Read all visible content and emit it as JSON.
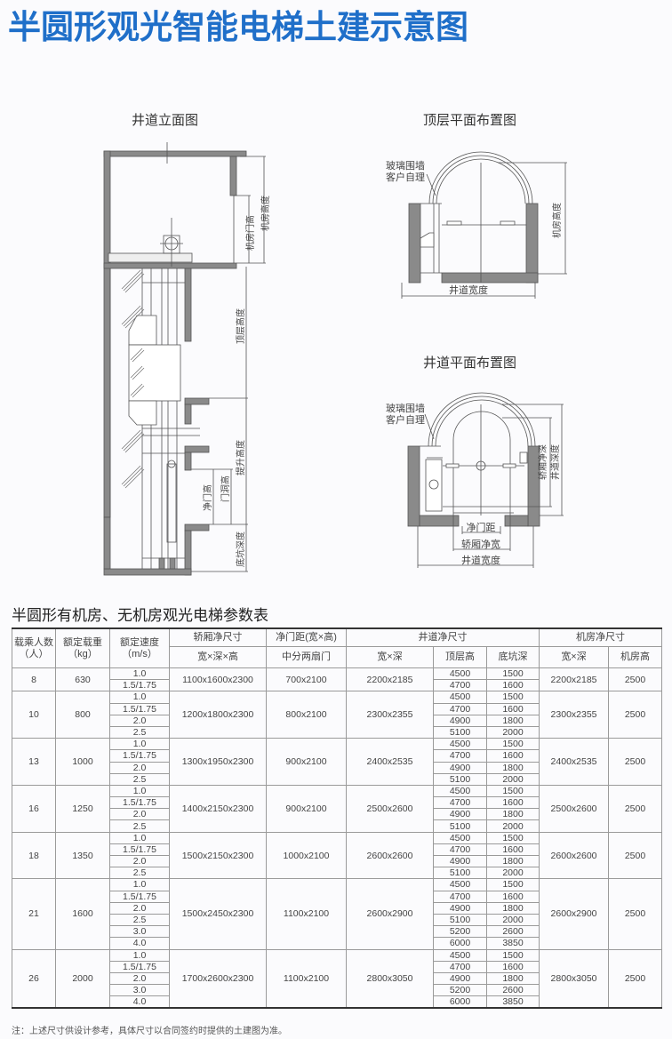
{
  "page": {
    "title": "半圆形观光智能电梯土建示意图",
    "accent_color": "#1f6fc9"
  },
  "diagrams": {
    "elevation": {
      "title": "井道立面图",
      "labels": {
        "machine_room_door_height": "机房门高",
        "machine_room_height": "机房高度",
        "top_floor_height": "顶层高度",
        "travel_height": "提升高度",
        "clear_door_height": "净门高",
        "door_opening_height": "门洞高",
        "pit_depth": "底坑深度"
      }
    },
    "top_floor_plan": {
      "title": "顶层平面布置图",
      "labels": {
        "glass_wall_line1": "玻璃围墙",
        "glass_wall_line2": "客户自理",
        "machine_room_height": "机房高度",
        "shaft_width": "井道宽度"
      }
    },
    "shaft_plan": {
      "title": "井道平面布置图",
      "labels": {
        "glass_wall_line1": "玻璃围墙",
        "glass_wall_line2": "客户自理",
        "car_clear_depth": "轿厢净深",
        "shaft_depth": "井道深度",
        "clear_door_width": "净门距",
        "car_clear_width": "轿厢净宽",
        "shaft_width": "井道宽度"
      }
    }
  },
  "table": {
    "title": "半圆形有机房、无机房观光电梯参数表",
    "headers": {
      "passengers": "载乘人数",
      "passengers_unit": "（人）",
      "load": "额定载重",
      "load_unit": "（kg）",
      "speed": "额定速度",
      "speed_unit": "（m/s）",
      "car_size": "轿厢净尺寸",
      "car_size_sub": "宽×深×高",
      "door": "净门距(宽×高)",
      "door_sub": "中分两扇门",
      "shaft": "井道净尺寸",
      "shaft_wd": "宽×深",
      "shaft_top": "顶层高",
      "shaft_pit": "底坑深",
      "machine_room": "机房净尺寸",
      "mr_wd": "宽×深",
      "mr_height": "机房高"
    },
    "groups": [
      {
        "passengers": "8",
        "load": "630",
        "car": "1100x1600x2300",
        "door": "700x2100",
        "shaft": "2200x2185",
        "mr": "2200x2185",
        "mr_height": "2500",
        "rows": [
          {
            "speed": "1.0",
            "top": "4500",
            "pit": "1500"
          },
          {
            "speed": "1.5/1.75",
            "top": "4700",
            "pit": "1600"
          }
        ]
      },
      {
        "passengers": "10",
        "load": "800",
        "car": "1200x1800x2300",
        "door": "800x2100",
        "shaft": "2300x2355",
        "mr": "2300x2355",
        "mr_height": "2500",
        "rows": [
          {
            "speed": "1.0",
            "top": "4500",
            "pit": "1500"
          },
          {
            "speed": "1.5/1.75",
            "top": "4700",
            "pit": "1600"
          },
          {
            "speed": "2.0",
            "top": "4900",
            "pit": "1800"
          },
          {
            "speed": "2.5",
            "top": "5100",
            "pit": "2000"
          }
        ]
      },
      {
        "passengers": "13",
        "load": "1000",
        "car": "1300x1950x2300",
        "door": "900x2100",
        "shaft": "2400x2535",
        "mr": "2400x2535",
        "mr_height": "2500",
        "rows": [
          {
            "speed": "1.0",
            "top": "4500",
            "pit": "1500"
          },
          {
            "speed": "1.5/1.75",
            "top": "4700",
            "pit": "1600"
          },
          {
            "speed": "2.0",
            "top": "4900",
            "pit": "1800"
          },
          {
            "speed": "2.5",
            "top": "5100",
            "pit": "2000"
          }
        ]
      },
      {
        "passengers": "16",
        "load": "1250",
        "car": "1400x2150x2300",
        "door": "900x2100",
        "shaft": "2500x2600",
        "mr": "2500x2600",
        "mr_height": "2500",
        "rows": [
          {
            "speed": "1.0",
            "top": "4500",
            "pit": "1500"
          },
          {
            "speed": "1.5/1.75",
            "top": "4700",
            "pit": "1600"
          },
          {
            "speed": "2.0",
            "top": "4900",
            "pit": "1800"
          },
          {
            "speed": "2.5",
            "top": "5100",
            "pit": "2000"
          }
        ]
      },
      {
        "passengers": "18",
        "load": "1350",
        "car": "1500x2150x2300",
        "door": "1000x2100",
        "shaft": "2600x2600",
        "mr": "2600x2600",
        "mr_height": "2500",
        "rows": [
          {
            "speed": "1.0",
            "top": "4500",
            "pit": "1500"
          },
          {
            "speed": "1.5/1.75",
            "top": "4700",
            "pit": "1600"
          },
          {
            "speed": "2.0",
            "top": "4900",
            "pit": "1800"
          },
          {
            "speed": "2.5",
            "top": "5100",
            "pit": "2000"
          }
        ]
      },
      {
        "passengers": "21",
        "load": "1600",
        "car": "1500x2450x2300",
        "door": "1100x2100",
        "shaft": "2600x2900",
        "mr": "2600x2900",
        "mr_height": "2500",
        "rows": [
          {
            "speed": "1.0",
            "top": "4500",
            "pit": "1500"
          },
          {
            "speed": "1.5/1.75",
            "top": "4700",
            "pit": "1600"
          },
          {
            "speed": "2.0",
            "top": "4900",
            "pit": "1800"
          },
          {
            "speed": "2.5",
            "top": "5100",
            "pit": "2000"
          },
          {
            "speed": "3.0",
            "top": "5200",
            "pit": "2600"
          },
          {
            "speed": "4.0",
            "top": "6000",
            "pit": "3850"
          }
        ]
      },
      {
        "passengers": "26",
        "load": "2000",
        "car": "1700x2600x2300",
        "door": "1100x2100",
        "shaft": "2800x3050",
        "mr": "2800x3050",
        "mr_height": "2500",
        "rows": [
          {
            "speed": "1.0",
            "top": "4500",
            "pit": "1500"
          },
          {
            "speed": "1.5/1.75",
            "top": "4700",
            "pit": "1600"
          },
          {
            "speed": "2.0",
            "top": "4900",
            "pit": "1800"
          },
          {
            "speed": "3.0",
            "top": "5200",
            "pit": "2600"
          },
          {
            "speed": "4.0",
            "top": "6000",
            "pit": "3850"
          }
        ]
      }
    ]
  },
  "note": "注：上述尺寸供设计参考，具体尺寸以合同签约时提供的土建图为准。"
}
